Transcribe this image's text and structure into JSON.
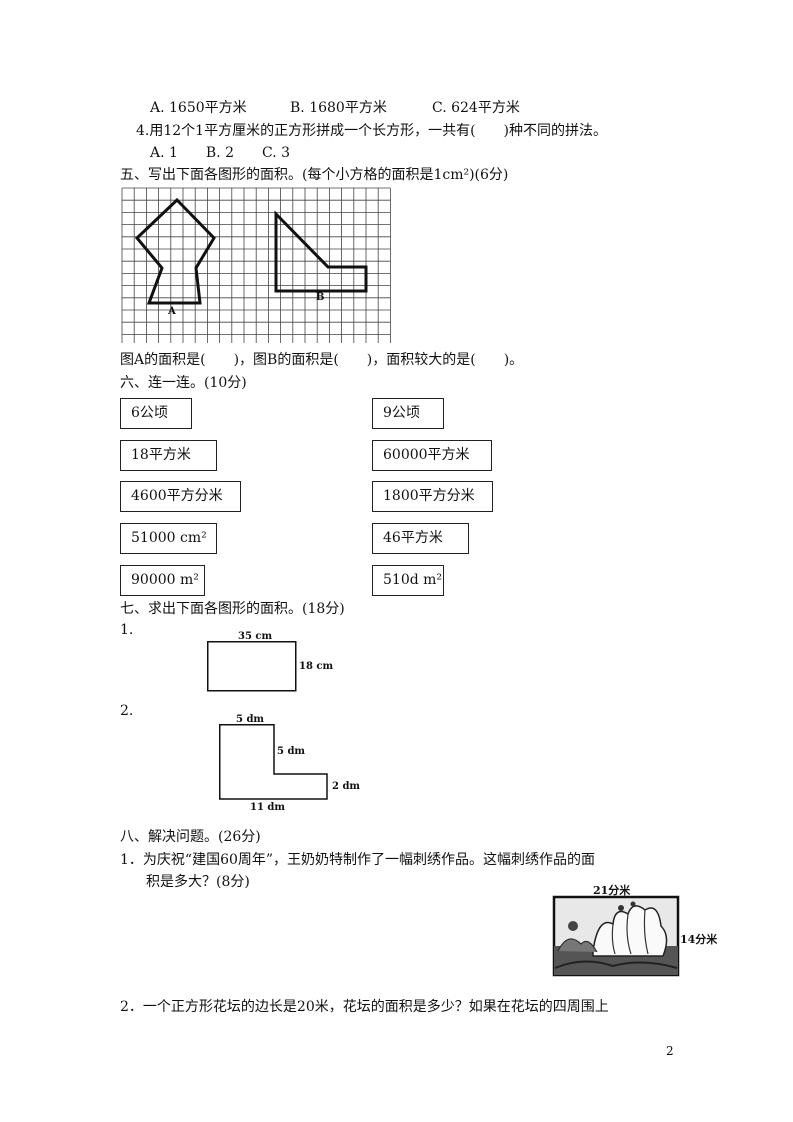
{
  "q3_options": {
    "a": "A. 1650平方米",
    "b": "B. 1680平方米",
    "c": "C. 624平方米"
  },
  "q4": {
    "question": "4.用12个1平方厘米的正方形拼成一个长方形，一共有(　　)种不同的拼法。",
    "options": "A. 1　　B. 2　　C. 3"
  },
  "section5": {
    "title": "五、写出下面各图形的面积。(每个小方格的面积是1cm²)(6分)",
    "label_a": "A",
    "label_b": "B",
    "answer_line": "图A的面积是(　　)，图B的面积是(　　)，面积较大的是(　　)。"
  },
  "section6": {
    "title": "六、连一连。(10分)",
    "left": [
      "6公顷",
      "18平方米",
      "4600平方分米",
      "51000 cm²",
      "90000 m²"
    ],
    "right": [
      "9公顷",
      "60000平方米",
      "1800平方分米",
      "46平方米",
      "510d m²"
    ]
  },
  "section7": {
    "title": "七、求出下面各图形的面积。(18分)",
    "item1": "1.",
    "rect_top": "35 cm",
    "rect_side": "18 cm",
    "item2": "2.",
    "l_top": "5 dm",
    "l_mid": "5 dm",
    "l_right": "2 dm",
    "l_bottom": "11 dm"
  },
  "section8": {
    "title": "八、解决问题。(26分)",
    "q1_line1": "1．为庆祝“建国60周年”，王奶奶特制作了一幅刺绣作品。这幅刺绣作品的面",
    "q1_line2": "积是多大？(8分)",
    "pic_top": "21分米",
    "pic_side": "14分米",
    "q2_line1": "2．一个正方形花坛的边长是20米，花坛的面积是多少？如果在花坛的四周围上"
  },
  "page_number": "2"
}
